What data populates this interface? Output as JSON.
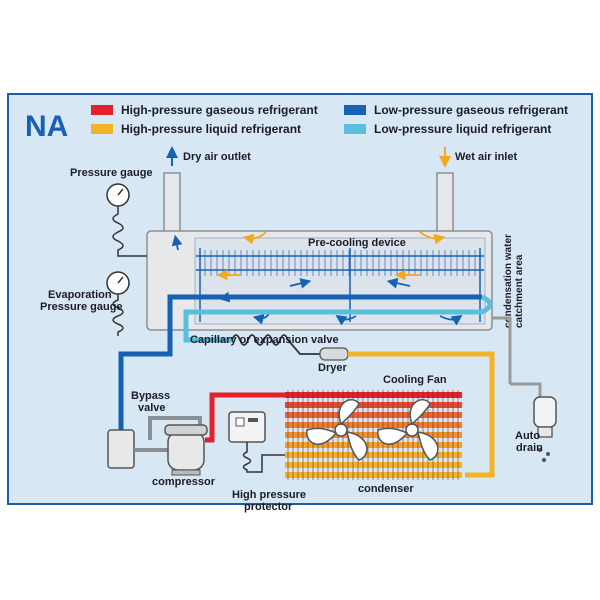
{
  "brand": "NA",
  "legend": [
    {
      "label": "High-pressure gaseous refrigerant",
      "color": "#e4202b"
    },
    {
      "label": "High-pressure liquid refrigerant",
      "color": "#f2b327"
    },
    {
      "label": "Low-pressure gaseous refrigerant",
      "color": "#1761b5"
    },
    {
      "label": "Low-pressure liquid refrigerant",
      "color": "#58c0dc"
    }
  ],
  "labels": {
    "dry_air_outlet": "Dry air outlet",
    "wet_air_inlet": "Wet air inlet",
    "pressure_gauge": "Pressure gauge",
    "evaporation_gauge_1": "Evaporation",
    "evaporation_gauge_2": "Pressure gauge",
    "pre_cooling": "Pre-cooling device",
    "condensation_1": "condensation water",
    "condensation_2": "catchment area",
    "capillary": "Capillary or expansion valve",
    "dryer": "Dryer",
    "cooling_fan": "Cooling Fan",
    "bypass_1": "Bypass",
    "bypass_2": "valve",
    "compressor": "compressor",
    "hp_protector_1": "High pressure",
    "hp_protector_2": "protector",
    "condenser": "condenser",
    "auto_drain_1": "Auto",
    "auto_drain_2": "drain"
  },
  "colors": {
    "frame_border": "#1a5fa8",
    "frame_fill": "#d8e7f4",
    "vessel_fill": "#e6e8ea",
    "vessel_stroke": "#8a8f95",
    "arrow_orange": "#f2a91e",
    "arrow_blue": "#1761b5"
  },
  "icons": [
    "pressure-gauge-icon",
    "fan-icon",
    "compressor-icon",
    "drain-icon"
  ]
}
